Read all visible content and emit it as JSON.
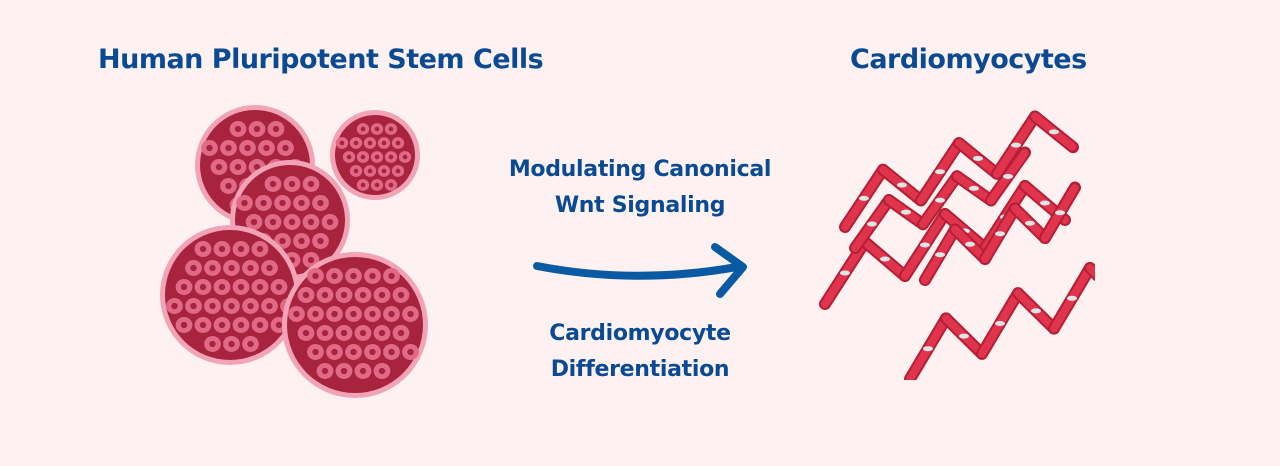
{
  "colors": {
    "text": "#0a4a93",
    "arrow": "#0a5aa3",
    "background": "#fdf1f2",
    "cell_outer": "#f2a4b6",
    "cell_fill": "#e06a86",
    "cell_nucleus": "#a8243e",
    "fiber": "#e0344d",
    "fiber_dark": "#b51f36",
    "fiber_nucleus": "#dfe6ea"
  },
  "left_panel": {
    "title": "Human Pluripotent Stem Cells",
    "icon": "stem-cell-cluster"
  },
  "right_panel": {
    "title": "Cardiomyocytes",
    "icon": "cardiomyocyte-fibers"
  },
  "process": {
    "top_label": [
      "Modulating Canonical",
      "Wnt Signaling"
    ],
    "bottom_label": [
      "Cardiomyocyte",
      "Differentiation"
    ],
    "icon": "arrow-right"
  }
}
